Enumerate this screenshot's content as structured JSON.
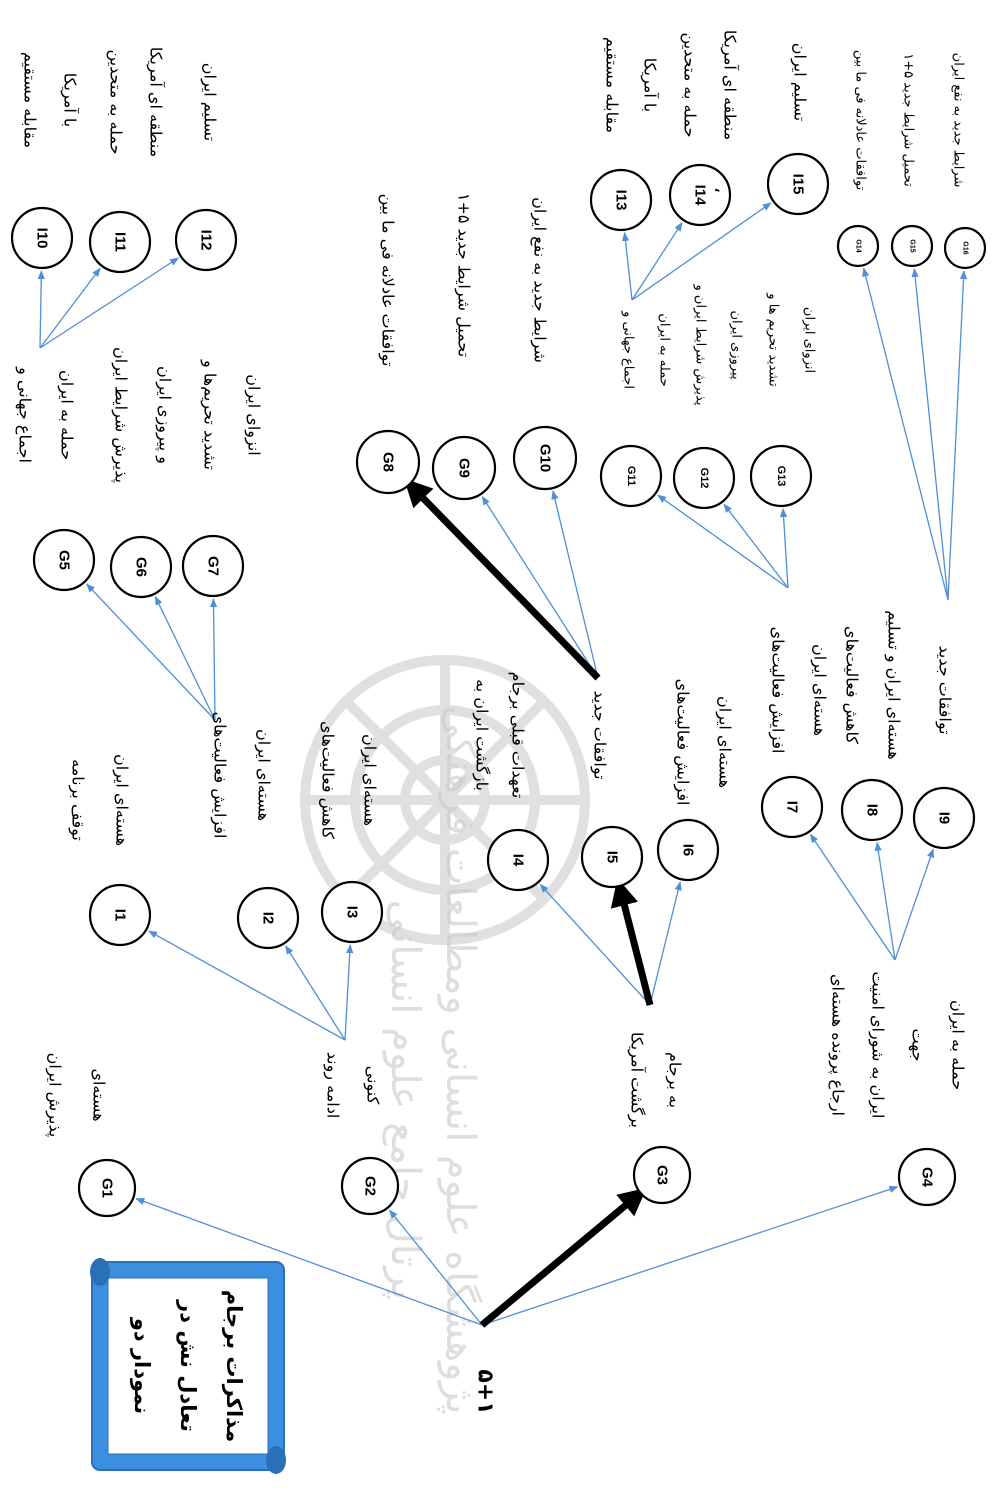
{
  "diagram": {
    "title_lines": [
      "نمودار دو",
      "تعادل نش در",
      "مذاکرات برجام"
    ],
    "root_label": "۵+۱",
    "watermark_lines": [
      "پژوهشگاه علوم انسانی ومطالعات فرهنگی",
      "پرتال جامع علوم انسانی"
    ],
    "nodes": {
      "G1": "G1",
      "G2": "G2",
      "G3": "G3",
      "G4": "G4",
      "I1": "I1",
      "I2": "I2",
      "I3": "I3",
      "I4": "I4",
      "I5": "I5",
      "I6": "I6",
      "I7": "I7",
      "I8": "I8",
      "I9": "I9",
      "G5": "G5",
      "G6": "G6",
      "G7": "G7",
      "G8": "G8",
      "G9": "G9",
      "G10": "G10",
      "G11": "G11",
      "G12": "G12",
      "G13": "G13",
      "I10": "I10",
      "I11": "I11",
      "I12": "I12",
      "I13": "I13",
      "I14": "I14",
      "I15": "I15",
      "G14": "G14",
      "G15": "G15",
      "G16": "G16"
    },
    "colors": {
      "edge": "#4f8fd6",
      "equilibrium_edge": "#000000",
      "highlight": "#ffff00",
      "scroll": "#3b8fe0"
    },
    "moves": {
      "G1": [
        "پذیرش ایران",
        "هسته‌ای"
      ],
      "G2": [
        "ادامه روند",
        "کنونی"
      ],
      "G3": [
        "برگشت آمریکا",
        "به برجام"
      ],
      "G4": [
        "ارجاع پرونده هسته‌ای",
        "ایران به شورای امنیت",
        "جهت",
        "حمله به ایران"
      ],
      "I1": [
        "توقف برنامه",
        "هسته‌ای ایران"
      ],
      "I2": [
        "افزایش فعالیت‌های",
        "هسته‌ای ایران"
      ],
      "I3": [
        "کاهش فعالیت‌های",
        "هسته‌ای ایران"
      ],
      "I4": [
        "بازگشت ایران به",
        "تعهدات قبلی برجام"
      ],
      "I5": [
        "توافقات جدید"
      ],
      "I6": [
        "افزایش فعالیت‌های",
        "هسته‌ای ایران"
      ],
      "I7": [
        "افزایش فعالیت‌های",
        "هسته‌ای ایران"
      ],
      "I8": [
        "کاهش فعالیت‌های",
        "هسته‌ای ایران و تسلیم"
      ],
      "I9": [
        "توافقات جدید"
      ],
      "G5": [
        "اجماع جهانی و",
        "حمله به ایران"
      ],
      "G6": [
        "پذیرش شرایط ایران",
        "و پیروزی ایران"
      ],
      "G7": [
        "تشدید تحریم‌ها و",
        "انزوای ایران"
      ],
      "G8": [
        "توافقات عادلانه فی ما بین"
      ],
      "G9": [
        "تحمیل شرایط جدید ۵+۱"
      ],
      "G10": [
        "شرایط جدید به نفع ایران"
      ],
      "G11": [
        "اجماع جهانی و",
        "حمله به ایران"
      ],
      "G12": [
        "پذیرش شرایط ایران و",
        "پیروزی ایران"
      ],
      "G13": [
        "تشدید تحریم ها و",
        "انزوای ایران"
      ],
      "I10": [
        "مقابله مستقیم",
        "با آمریکا"
      ],
      "I11": [
        "حمله به متحدین",
        "منطقه ای آمریکا"
      ],
      "I12": [
        "تسلیم ایران"
      ],
      "I13": [
        "مقابله مستقیم",
        "با آمریکا"
      ],
      "I14": [
        "حمله به متحدین",
        "منطقه ای آمریکا"
      ],
      "I15": [
        "تسلیم ایران"
      ],
      "G14": [
        "توافقات عادلانه فی ما بین"
      ],
      "G15": [
        "تحمیل شرایط جدید ۵+۱"
      ],
      "G16": [
        "شرایط جدید به نفع ایران"
      ]
    },
    "i14_mark": "،"
  }
}
